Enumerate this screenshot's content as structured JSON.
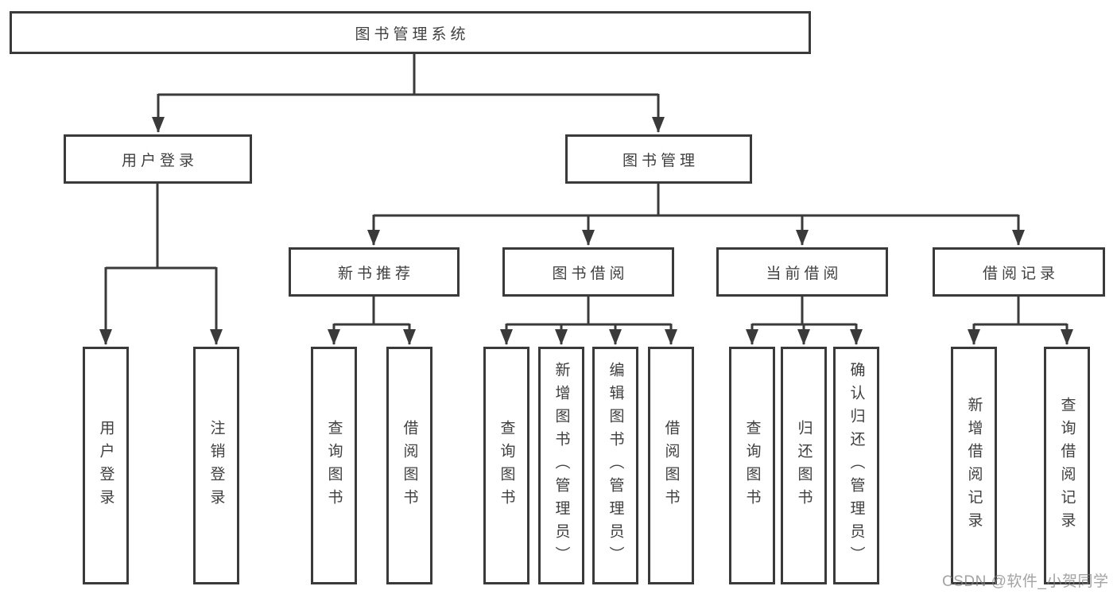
{
  "diagram": {
    "root": {
      "label": "图书管理系统"
    },
    "branches": [
      {
        "label": "用户登录",
        "children": [
          {
            "label": "用户登录"
          },
          {
            "label": "注销登录"
          }
        ]
      },
      {
        "label": "图书管理",
        "children": [
          {
            "label": "新书推荐",
            "children": [
              {
                "label": "查询图书"
              },
              {
                "label": "借阅图书"
              }
            ]
          },
          {
            "label": "图书借阅",
            "children": [
              {
                "label": "查询图书"
              },
              {
                "label": "新增图书（管理员）"
              },
              {
                "label": "编辑图书（管理员）"
              },
              {
                "label": "借阅图书"
              }
            ]
          },
          {
            "label": "当前借阅",
            "children": [
              {
                "label": "查询图书"
              },
              {
                "label": "归还图书"
              },
              {
                "label": "确认归还（管理员）"
              }
            ]
          },
          {
            "label": "借阅记录",
            "children": [
              {
                "label": "新增借阅记录"
              },
              {
                "label": "查询借阅记录"
              }
            ]
          }
        ]
      }
    ]
  },
  "watermark": {
    "text": "CSDN @软件_小贺同学"
  },
  "colors": {
    "line": "#3a3a3a",
    "text": "#404040",
    "background": "#ffffff",
    "watermark": "#9e9e9e"
  }
}
